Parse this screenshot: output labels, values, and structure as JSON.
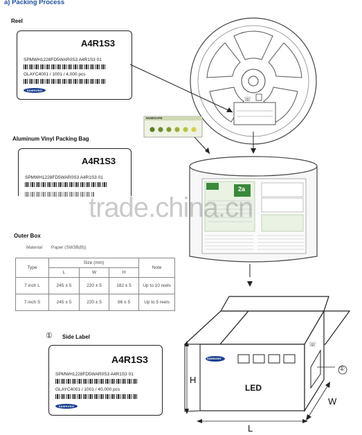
{
  "header": {
    "title": "a)  Packing Process"
  },
  "reel_section": {
    "title": "Reel",
    "label": {
      "part": "A4R1S3",
      "line1": "SPMWH1228FD5WAR0S3 A4R1S3   01",
      "line2": "GLAYC4001 / 1001 / 4,000 pcs",
      "logo": "SAMSUNG"
    }
  },
  "humidity_card": {
    "brand": "HUMISAFE"
  },
  "bag_section": {
    "title": "Aluminum Vinyl Packing Bag",
    "label": {
      "part": "A4R1S3",
      "line1": "SPMWH1228FD5WAR0S3 A4R1S3   01"
    },
    "bag_sticker": {
      "badge": "2a"
    }
  },
  "outer_box_section": {
    "title": "Outer Box",
    "material_label": "Material",
    "material_value": "Paper (SW3B(B))",
    "table": {
      "type_header": "Type",
      "size_header": "Size (mm)",
      "note_header": "Note",
      "cols": [
        "L",
        "W",
        "H"
      ],
      "rows": [
        {
          "type": "7 inch   L",
          "l": "245 ± 5",
          "w": "220 ± 5",
          "h": "182 ± 5",
          "note": "Up to 10 reels"
        },
        {
          "type": "7 inch   S",
          "l": "245 ± 5",
          "w": "220 ± 5",
          "h": "86 ± 5",
          "note": "Up to 5 reels"
        }
      ]
    }
  },
  "side_label_section": {
    "number": "①",
    "title": "Side Label",
    "label": {
      "part": "A4R1S3",
      "line1": "SPMWH1228FD5WAR0S3 A4R1S3   01",
      "line2": "GLAYC4001 / 1001 / 40,000 pcs",
      "logo": "SAMSUNG"
    }
  },
  "box_diagram": {
    "content": "LED",
    "dim_h": "H",
    "dim_l": "L",
    "dim_w": "W",
    "callout": "①",
    "logo": "SAMSUNG"
  },
  "watermark": "trade.china.cn",
  "colors": {
    "heading": "#1c4fa0",
    "samsung_blue": "#1a3f8f",
    "sticker_green": "#3a8a3a"
  }
}
